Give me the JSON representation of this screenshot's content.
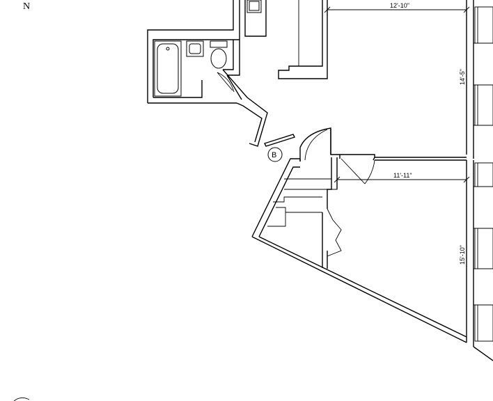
{
  "compass": {
    "north_label": "N"
  },
  "dimensions": {
    "living_width": "12'-10\"",
    "living_depth": "14'-5\"",
    "bedroom_width": "11'-11\"",
    "bedroom_depth": "15'-10\""
  },
  "unit_marker": {
    "label": "B"
  }
}
